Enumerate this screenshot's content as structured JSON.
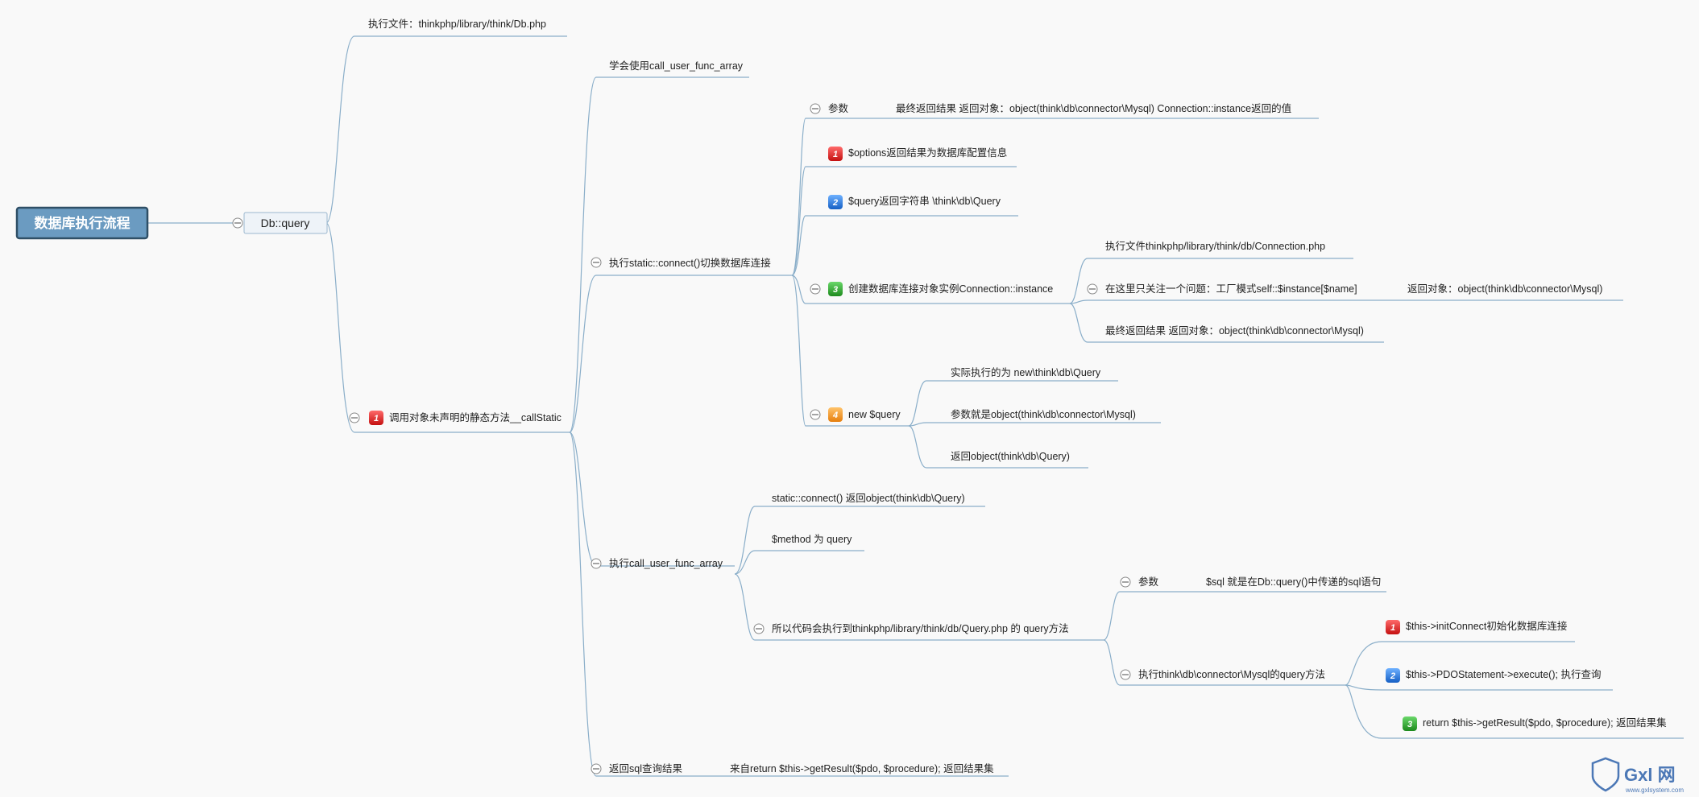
{
  "title": "数据库执行流程",
  "l1": "Db::query",
  "n_exec_file": "执行文件：thinkphp/library/think/Db.php",
  "n_callstatic": "调用对象未声明的静态方法__callStatic",
  "n_learn": "学会使用call_user_func_array",
  "n_connect": "执行static::connect()切换数据库连接",
  "n_params": "参数",
  "n_params_val": "最终返回结果 返回对象：object(think\\db\\connector\\Mysql) Connection::instance返回的值",
  "n_options": "$options返回结果为数据库配置信息",
  "n_query_str": "$query返回字符串 \\think\\db\\Query",
  "n_create": "创建数据库连接对象实例Connection::instance",
  "n_conn_file": "执行文件thinkphp/library/think/db/Connection.php",
  "n_factory": "在这里只关注一个问题：工厂模式self::$instance[$name]",
  "n_factory_ret": "返回对象：object(think\\db\\connector\\Mysql)",
  "n_final_ret": "最终返回结果 返回对象：object(think\\db\\connector\\Mysql)",
  "n_newq": "new $query",
  "n_newq_1": "实际执行的为 new\\think\\db\\Query",
  "n_newq_2": "参数就是object(think\\db\\connector\\Mysql)",
  "n_newq_3": "返回object(think\\db\\Query)",
  "n_cufa": "执行call_user_func_array",
  "n_cufa_1": "static::connect() 返回object(think\\db\\Query)",
  "n_cufa_2": "$method 为 query",
  "n_cufa_3": "所以代码会执行到thinkphp/library/think/db/Query.php 的 query方法",
  "n_q_params": "参数",
  "n_q_params_val": "$sql 就是在Db::query()中传递的sql语句",
  "n_mysql": "执行think\\db\\connector\\Mysql的query方法",
  "n_mysql_1": "$this->initConnect初始化数据库连接",
  "n_mysql_2": "$this->PDOStatement->execute(); 执行查询",
  "n_mysql_3": "return $this->getResult($pdo, $procedure); 返回结果集",
  "n_return": "返回sql查询结果",
  "n_return_val": "来自return $this->getResult($pdo, $procedure); 返回结果集",
  "badges": {
    "b1": "1",
    "b2": "2",
    "b3": "3",
    "b4": "4",
    "b5": "1",
    "b6": "2",
    "b7": "3",
    "b8": "1"
  },
  "colors": {
    "red": "#d42020",
    "blue": "#1f6fd6",
    "green": "#2a9a2a",
    "orange": "#f08a16"
  },
  "watermark": {
    "brand": "Gxl 网",
    "url": "www.gxlsystem.com"
  }
}
